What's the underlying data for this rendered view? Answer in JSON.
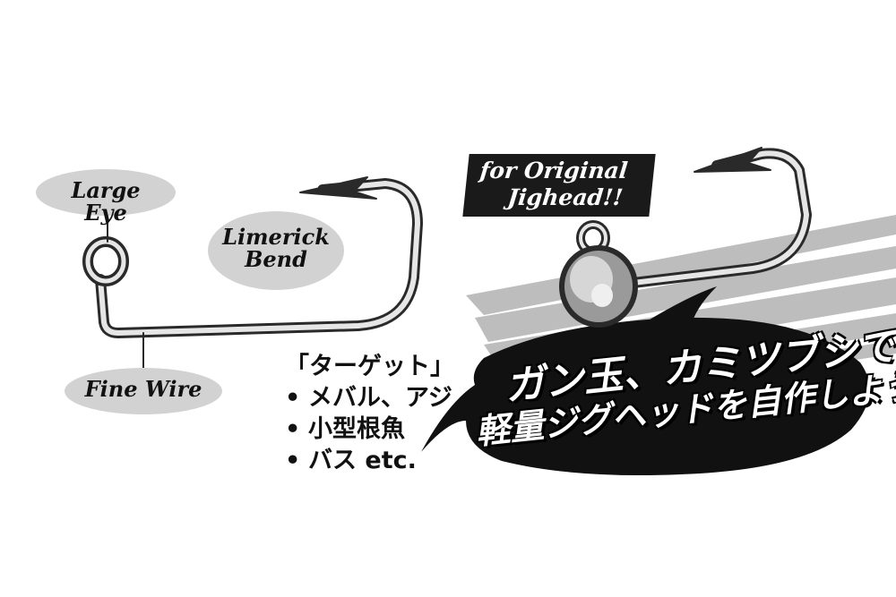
{
  "labels": {
    "large_eye": "Large Eye",
    "limerick_line1": "Limerick",
    "limerick_line2": "Bend",
    "fine_wire": "Fine Wire"
  },
  "targets": {
    "heading": "「ターゲット」",
    "bullet": "•",
    "items": [
      "メバル、アジ",
      "小型根魚",
      "バス etc."
    ]
  },
  "badge": {
    "line1": "for Original",
    "line2": "Jighead!!"
  },
  "catchphrase": {
    "line1": "ガン玉、カミツブシで",
    "line2": "軽量ジグヘッドを自作しよう!!"
  },
  "colors": {
    "ellipse": "#d2d2d2",
    "hook": "#2a2a2a",
    "brush": "#bdbdbd",
    "dark": "#1a1a1a"
  }
}
